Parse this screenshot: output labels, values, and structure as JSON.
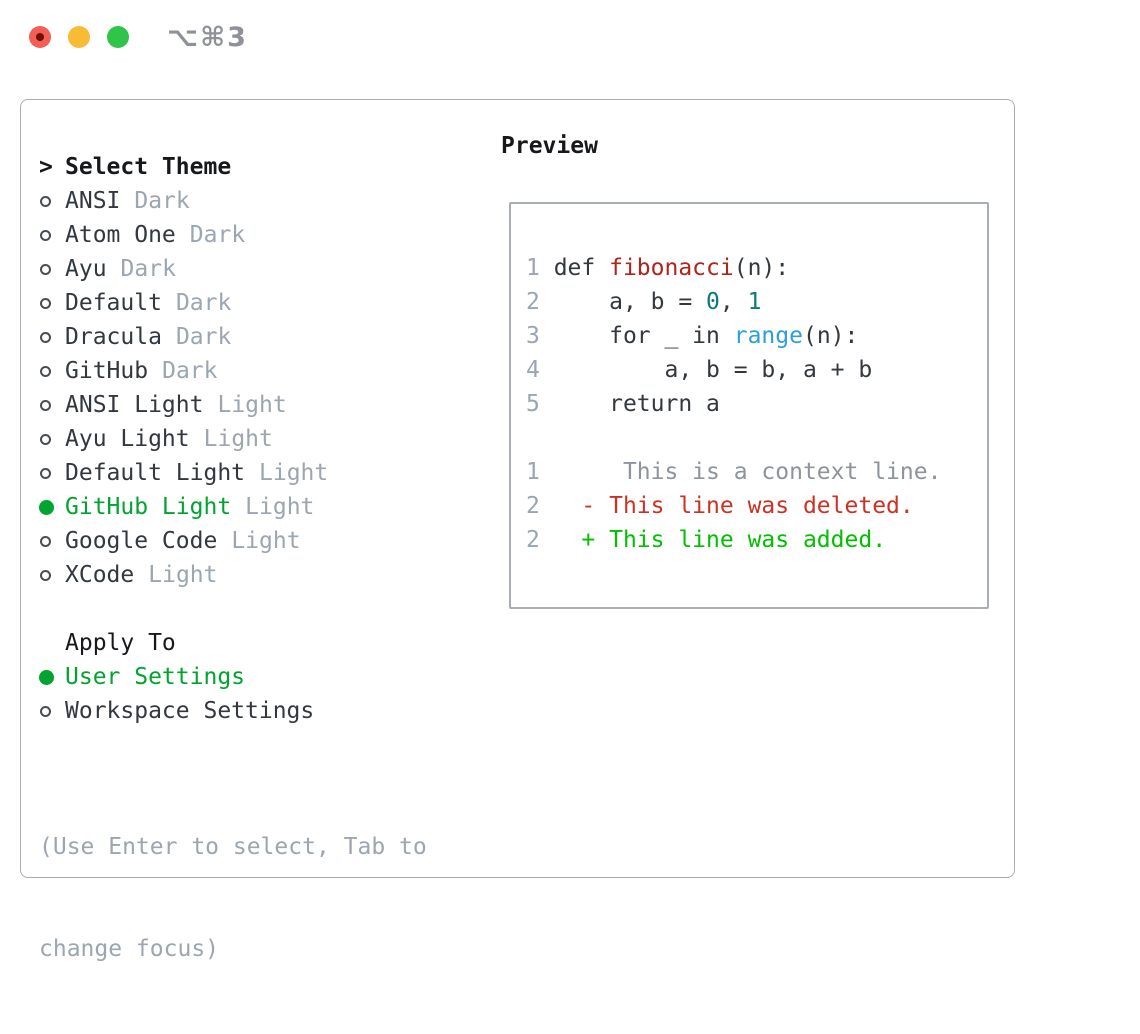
{
  "titlebar": {
    "title": "⌥⌘3"
  },
  "sidebar": {
    "header_prefix": ">",
    "header": "Select Theme",
    "themes": [
      {
        "name": "ANSI",
        "variant": "Dark",
        "selected": false
      },
      {
        "name": "Atom One",
        "variant": "Dark",
        "selected": false
      },
      {
        "name": "Ayu",
        "variant": "Dark",
        "selected": false
      },
      {
        "name": "Default",
        "variant": "Dark",
        "selected": false
      },
      {
        "name": "Dracula",
        "variant": "Dark",
        "selected": false
      },
      {
        "name": "GitHub",
        "variant": "Dark",
        "selected": false
      },
      {
        "name": "ANSI Light",
        "variant": "Light",
        "selected": false
      },
      {
        "name": "Ayu Light",
        "variant": "Light",
        "selected": false
      },
      {
        "name": "Default Light",
        "variant": "Light",
        "selected": false
      },
      {
        "name": "GitHub Light",
        "variant": "Light",
        "selected": true
      },
      {
        "name": "Google Code",
        "variant": "Light",
        "selected": false
      },
      {
        "name": "XCode",
        "variant": "Light",
        "selected": false
      }
    ],
    "apply_to": {
      "header": "Apply To",
      "options": [
        {
          "label": "User Settings",
          "selected": true
        },
        {
          "label": "Workspace Settings",
          "selected": false
        }
      ]
    },
    "hint_lines": [
      "(Use Enter to select, Tab to",
      "change focus)"
    ]
  },
  "preview": {
    "header": "Preview",
    "lines": [
      [
        {
          "t": "1 ",
          "c": "line_number"
        },
        {
          "t": "def ",
          "c": "code_default"
        },
        {
          "t": "fibonacci",
          "c": "code_function"
        },
        {
          "t": "(n):",
          "c": "code_default"
        }
      ],
      [
        {
          "t": "2 ",
          "c": "line_number"
        },
        {
          "t": "    a, b = ",
          "c": "code_default"
        },
        {
          "t": "0",
          "c": "code_number"
        },
        {
          "t": ", ",
          "c": "code_default"
        },
        {
          "t": "1",
          "c": "code_number"
        }
      ],
      [
        {
          "t": "3 ",
          "c": "line_number"
        },
        {
          "t": "    for _ in ",
          "c": "code_default"
        },
        {
          "t": "range",
          "c": "code_builtin"
        },
        {
          "t": "(n):",
          "c": "code_default"
        }
      ],
      [
        {
          "t": "4 ",
          "c": "line_number"
        },
        {
          "t": "        a, b = b, a + b",
          "c": "code_default"
        }
      ],
      [
        {
          "t": "5 ",
          "c": "line_number"
        },
        {
          "t": "    return a",
          "c": "code_default"
        }
      ],
      [],
      [
        {
          "t": "1 ",
          "c": "line_number"
        },
        {
          "t": "     This is a context line.",
          "c": "diff_context"
        }
      ],
      [
        {
          "t": "2 ",
          "c": "line_number"
        },
        {
          "t": "  - This line was deleted.",
          "c": "diff_deleted"
        }
      ],
      [
        {
          "t": "2 ",
          "c": "line_number"
        },
        {
          "t": "  + This line was added.",
          "c": "diff_added"
        }
      ]
    ]
  },
  "colors": {
    "selection_green": "#00a42e",
    "diff_added": "#00c000",
    "diff_deleted": "#cc3224",
    "diff_context": "#8d949c",
    "code_default": "#32383f",
    "code_function": "#b0241c",
    "code_number": "#0a7a7f",
    "code_builtin": "#2ba0d8",
    "line_number": "#9aa5b4",
    "text_dark": "#32383f",
    "text_black": "#16181b",
    "text_muted": "#9ba6b0",
    "border": "#a7aeb8",
    "titlebar_text": "#8e9298",
    "traffic_red": "#f35f54",
    "traffic_red_dot": "#6e100a",
    "traffic_yellow": "#f7bc33",
    "traffic_green": "#30c548"
  }
}
